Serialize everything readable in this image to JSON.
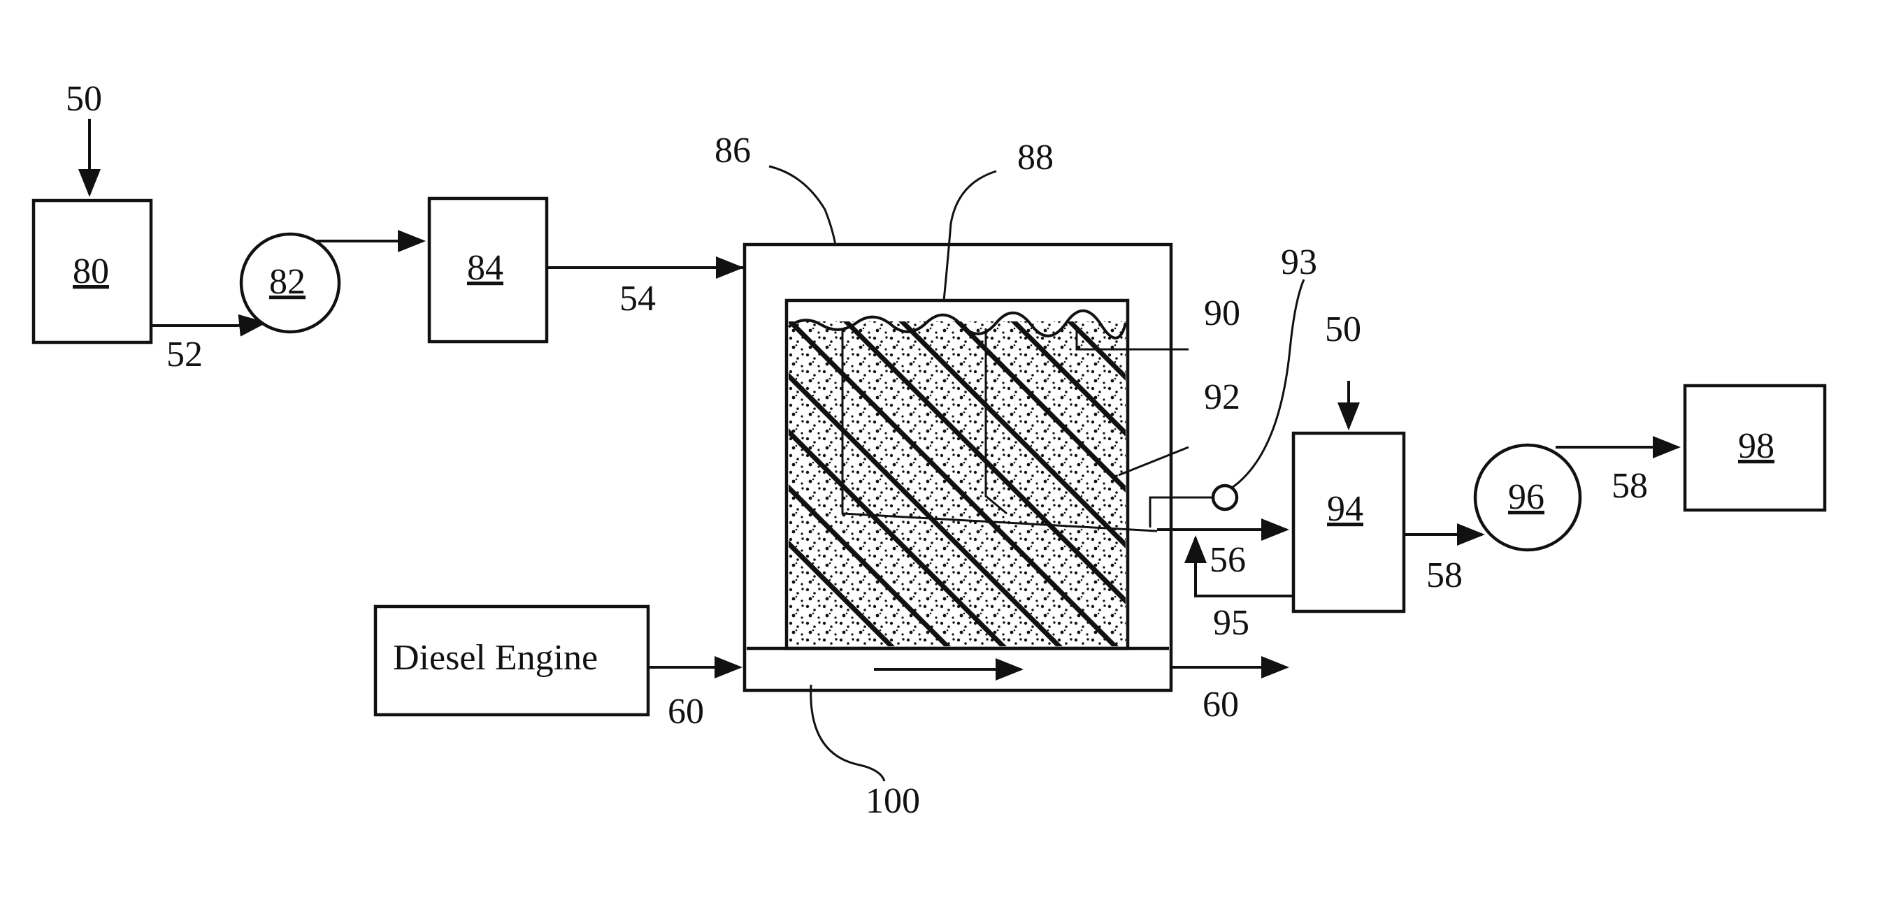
{
  "components": {
    "box_80": "80",
    "pump_82": "82",
    "box_84": "84",
    "reactor_86": "86",
    "bed_88": "88",
    "box_94": "94",
    "pump_96": "96",
    "box_98": "98",
    "engine": "Diesel Engine"
  },
  "refs": {
    "r50a": "50",
    "r52": "52",
    "r54": "54",
    "r86": "86",
    "r88": "88",
    "r90": "90",
    "r92": "92",
    "r93": "93",
    "r50b": "50",
    "r56": "56",
    "r95": "95",
    "r58a": "58",
    "r58b": "58",
    "r60a": "60",
    "r60b": "60",
    "r100": "100"
  }
}
